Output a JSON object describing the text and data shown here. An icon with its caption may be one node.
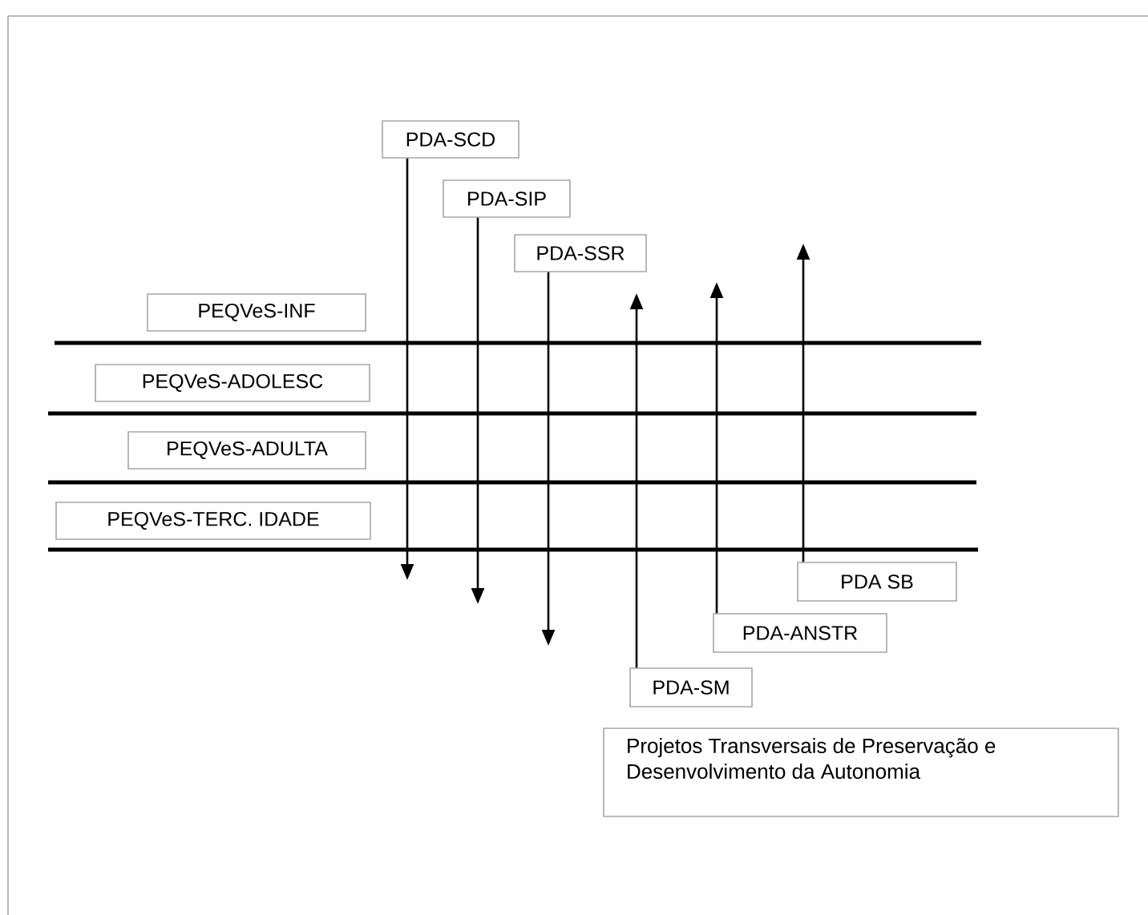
{
  "diagram": {
    "nodes": [
      {
        "text": [
          "PDA-SCD"
        ]
      },
      {
        "text": [
          "PDA-SIP"
        ]
      },
      {
        "text": [
          "PDA-SSR"
        ]
      },
      {
        "text": [
          "PEQVeS-INF"
        ]
      },
      {
        "text": [
          "PEQVeS-ADOLESC"
        ]
      },
      {
        "text": [
          "PEQVeS-ADULTA"
        ]
      },
      {
        "text": [
          "PEQVeS-TERC. IDADE"
        ]
      },
      {
        "text": [
          "PDA SB"
        ]
      },
      {
        "text": [
          "PDA-ANSTR"
        ]
      },
      {
        "text": [
          "PDA-SM"
        ]
      },
      {
        "text": [
          "Projetos Transversais de Preservação e Desenvolvimento da Autonomia"
        ]
      }
    ],
    "edges": [
      {
        "from": 0,
        "to": null,
        "arrow": "to"
      },
      {
        "from": 1,
        "to": null,
        "arrow": "to"
      },
      {
        "from": 2,
        "to": null,
        "arrow": "to"
      },
      {
        "from": 9,
        "to": null,
        "arrow": "to"
      },
      {
        "from": 8,
        "to": null,
        "arrow": "to"
      },
      {
        "from": 7,
        "to": null,
        "arrow": "to"
      }
    ]
  }
}
